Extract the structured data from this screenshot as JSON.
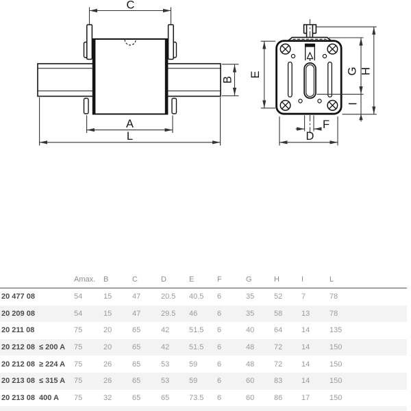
{
  "diagram": {
    "side_view": {
      "labels": {
        "C": "C",
        "B": "B",
        "A": "A",
        "L": "L"
      }
    },
    "front_view": {
      "labels": {
        "E": "E",
        "G": "G",
        "H": "H",
        "I": "I",
        "F": "F",
        "D": "D"
      }
    }
  },
  "dimensions_table": {
    "columns": [
      "Amax.",
      "B",
      "C",
      "D",
      "E",
      "F",
      "G",
      "H",
      "I",
      "L"
    ],
    "rows": [
      {
        "part": "20 477 08",
        "values": [
          "54",
          "15",
          "47",
          "20.5",
          "40.5",
          "6",
          "35",
          "52",
          "7",
          "78"
        ]
      },
      {
        "part": "20 209 08",
        "values": [
          "54",
          "15",
          "47",
          "29.5",
          "46",
          "6",
          "35",
          "58",
          "13",
          "78"
        ]
      },
      {
        "part": "20 211 08",
        "values": [
          "75",
          "20",
          "65",
          "42",
          "51.5",
          "6",
          "40",
          "64",
          "14",
          "135"
        ]
      },
      {
        "part": "20 212 08  ≤ 200 A",
        "values": [
          "75",
          "20",
          "65",
          "42",
          "51.5",
          "6",
          "48",
          "72",
          "14",
          "150"
        ]
      },
      {
        "part": "20 212 08  ≥ 224 A",
        "values": [
          "75",
          "26",
          "65",
          "53",
          "59",
          "6",
          "48",
          "72",
          "14",
          "150"
        ]
      },
      {
        "part": "20 213 08  ≤ 315 A",
        "values": [
          "75",
          "26",
          "65",
          "53",
          "59",
          "6",
          "60",
          "83",
          "14",
          "150"
        ]
      },
      {
        "part": "20 213 08  400 A",
        "values": [
          "75",
          "32",
          "65",
          "65",
          "73.5",
          "6",
          "60",
          "86",
          "17",
          "150"
        ]
      }
    ]
  },
  "colors": {
    "background": "#ffffff",
    "drawing_line": "#141414",
    "dimension_line": "#333333",
    "table_header_text": "#8c8c8c",
    "table_value_text": "#9b9b9b",
    "table_label_text": "#4a4a4a",
    "row_alt_background": "#f3f3f3",
    "header_rule": "#4d4d4d"
  }
}
